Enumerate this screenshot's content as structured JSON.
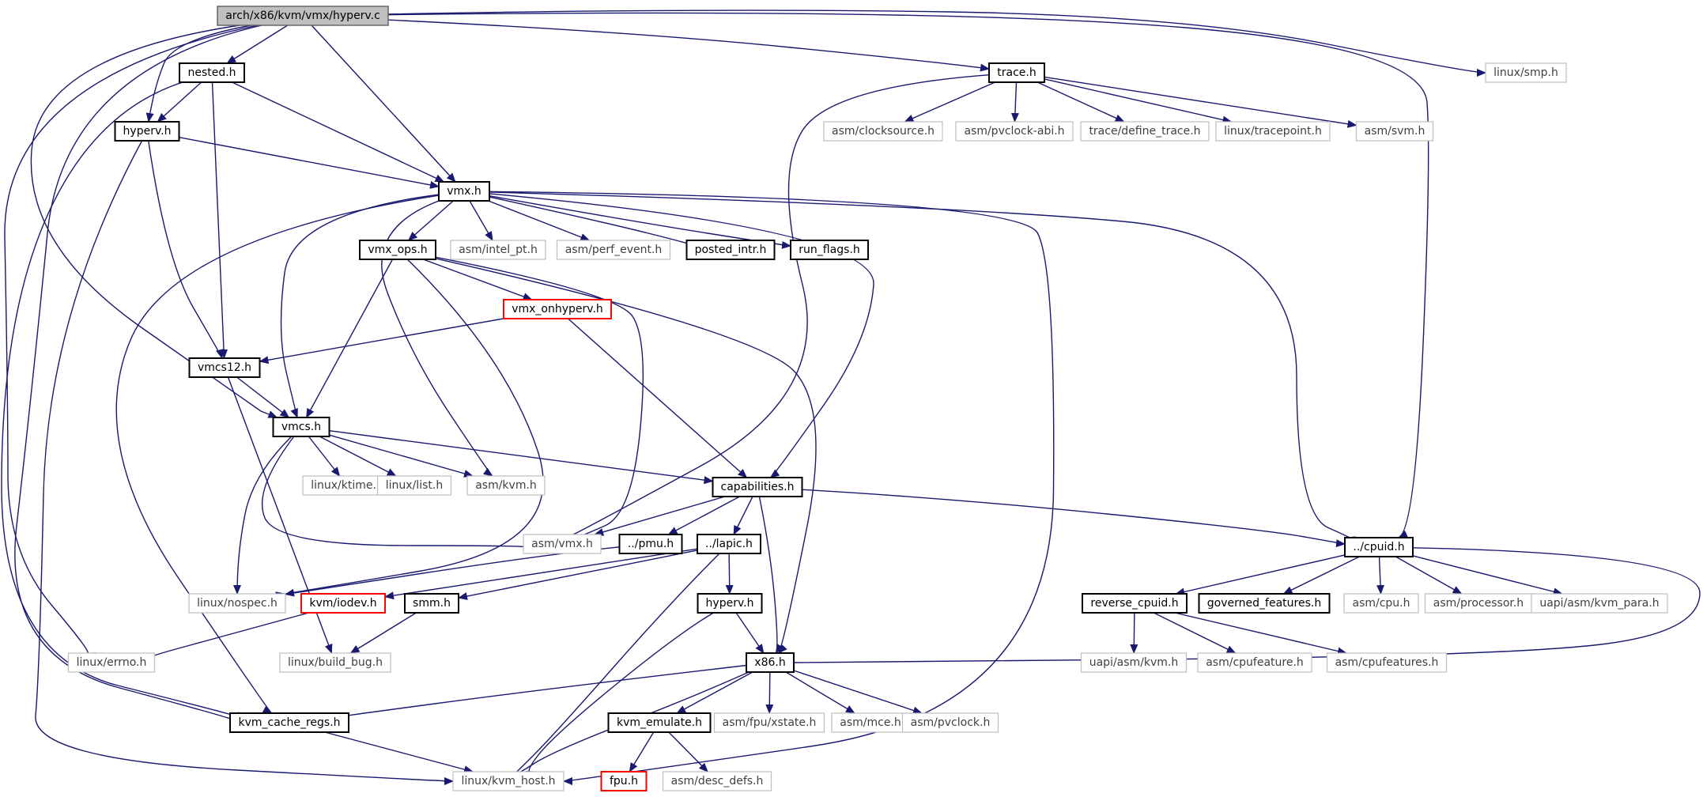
{
  "colors": {
    "edge": "#191970",
    "root_fill": "#bfbfbf",
    "documented_border": "#000000",
    "undocumented_border": "#bfbfbf",
    "undocumented_text": "#404040",
    "truncated_border": "#ff0000"
  },
  "nodes": [
    {
      "id": "hyperv_c",
      "label": "arch/x86/kvm/vmx/hyperv.c",
      "style": "root"
    },
    {
      "id": "nested_h",
      "label": "nested.h",
      "style": "doc"
    },
    {
      "id": "trace_h",
      "label": "trace.h",
      "style": "doc"
    },
    {
      "id": "linux_smp_h",
      "label": "linux/smp.h",
      "style": "ext"
    },
    {
      "id": "hyperv_h",
      "label": "hyperv.h",
      "style": "doc"
    },
    {
      "id": "asm_clocksource_h",
      "label": "asm/clocksource.h",
      "style": "ext"
    },
    {
      "id": "asm_pvclock_abi_h",
      "label": "asm/pvclock-abi.h",
      "style": "ext"
    },
    {
      "id": "trace_define_trace_h",
      "label": "trace/define_trace.h",
      "style": "ext"
    },
    {
      "id": "linux_tracepoint_h",
      "label": "linux/tracepoint.h",
      "style": "ext"
    },
    {
      "id": "asm_svm_h",
      "label": "asm/svm.h",
      "style": "ext"
    },
    {
      "id": "vmx_h",
      "label": "vmx.h",
      "style": "doc"
    },
    {
      "id": "vmx_ops_h",
      "label": "vmx_ops.h",
      "style": "doc"
    },
    {
      "id": "asm_intel_pt_h",
      "label": "asm/intel_pt.h",
      "style": "ext"
    },
    {
      "id": "asm_perf_event_h",
      "label": "asm/perf_event.h",
      "style": "ext"
    },
    {
      "id": "posted_intr_h",
      "label": "posted_intr.h",
      "style": "doc"
    },
    {
      "id": "run_flags_h",
      "label": "run_flags.h",
      "style": "doc"
    },
    {
      "id": "vmx_onhyperv_h",
      "label": "vmx_onhyperv.h",
      "style": "red"
    },
    {
      "id": "vmcs12_h",
      "label": "vmcs12.h",
      "style": "doc"
    },
    {
      "id": "vmcs_h",
      "label": "vmcs.h",
      "style": "doc"
    },
    {
      "id": "linux_ktime_h",
      "label": "linux/ktime.h",
      "style": "ext"
    },
    {
      "id": "linux_list_h",
      "label": "linux/list.h",
      "style": "ext"
    },
    {
      "id": "asm_kvm_h",
      "label": "asm/kvm.h",
      "style": "ext"
    },
    {
      "id": "capabilities_h",
      "label": "capabilities.h",
      "style": "doc"
    },
    {
      "id": "asm_vmx_h",
      "label": "asm/vmx.h",
      "style": "ext"
    },
    {
      "id": "pmu_h",
      "label": "../pmu.h",
      "style": "doc"
    },
    {
      "id": "lapic_h",
      "label": "../lapic.h",
      "style": "doc"
    },
    {
      "id": "cpuid_h",
      "label": "../cpuid.h",
      "style": "doc"
    },
    {
      "id": "linux_nospec_h",
      "label": "linux/nospec.h",
      "style": "ext"
    },
    {
      "id": "kvm_iodev_h",
      "label": "kvm/iodev.h",
      "style": "red"
    },
    {
      "id": "smm_h",
      "label": "smm.h",
      "style": "doc"
    },
    {
      "id": "hyperv_h2",
      "label": "hyperv.h",
      "style": "doc"
    },
    {
      "id": "reverse_cpuid_h",
      "label": "reverse_cpuid.h",
      "style": "doc"
    },
    {
      "id": "governed_features_h",
      "label": "governed_features.h",
      "style": "doc"
    },
    {
      "id": "asm_cpu_h",
      "label": "asm/cpu.h",
      "style": "ext"
    },
    {
      "id": "asm_processor_h",
      "label": "asm/processor.h",
      "style": "ext"
    },
    {
      "id": "uapi_asm_kvm_para_h",
      "label": "uapi/asm/kvm_para.h",
      "style": "ext"
    },
    {
      "id": "linux_errno_h",
      "label": "linux/errno.h",
      "style": "ext"
    },
    {
      "id": "linux_build_bug_h",
      "label": "linux/build_bug.h",
      "style": "ext"
    },
    {
      "id": "x86_h",
      "label": "x86.h",
      "style": "doc"
    },
    {
      "id": "uapi_asm_kvm_h",
      "label": "uapi/asm/kvm.h",
      "style": "ext"
    },
    {
      "id": "asm_cpufeature_h",
      "label": "asm/cpufeature.h",
      "style": "ext"
    },
    {
      "id": "asm_cpufeatures_h",
      "label": "asm/cpufeatures.h",
      "style": "ext"
    },
    {
      "id": "kvm_cache_regs_h",
      "label": "kvm_cache_regs.h",
      "style": "doc"
    },
    {
      "id": "kvm_emulate_h",
      "label": "kvm_emulate.h",
      "style": "doc"
    },
    {
      "id": "asm_fpu_xstate_h",
      "label": "asm/fpu/xstate.h",
      "style": "ext"
    },
    {
      "id": "asm_mce_h",
      "label": "asm/mce.h",
      "style": "ext"
    },
    {
      "id": "asm_pvclock_h",
      "label": "asm/pvclock.h",
      "style": "ext"
    },
    {
      "id": "linux_kvm_host_h",
      "label": "linux/kvm_host.h",
      "style": "ext"
    },
    {
      "id": "fpu_h",
      "label": "fpu.h",
      "style": "red"
    },
    {
      "id": "asm_desc_defs_h",
      "label": "asm/desc_defs.h",
      "style": "ext"
    }
  ],
  "edges": [
    [
      "hyperv_c",
      "nested_h"
    ],
    [
      "hyperv_c",
      "trace_h"
    ],
    [
      "hyperv_c",
      "linux_smp_h"
    ],
    [
      "hyperv_c",
      "hyperv_h"
    ],
    [
      "hyperv_c",
      "vmx_h"
    ],
    [
      "hyperv_c",
      "cpuid_h"
    ],
    [
      "hyperv_c",
      "vmcs_h"
    ],
    [
      "hyperv_c",
      "linux_errno_h"
    ],
    [
      "hyperv_c",
      "kvm_cache_regs_h"
    ],
    [
      "nested_h",
      "hyperv_h"
    ],
    [
      "nested_h",
      "vmx_h"
    ],
    [
      "nested_h",
      "vmcs12_h"
    ],
    [
      "nested_h",
      "kvm_cache_regs_h"
    ],
    [
      "hyperv_h",
      "vmx_h"
    ],
    [
      "hyperv_h",
      "vmcs12_h"
    ],
    [
      "hyperv_h",
      "linux_kvm_host_h"
    ],
    [
      "trace_h",
      "asm_clocksource_h"
    ],
    [
      "trace_h",
      "asm_pvclock_abi_h"
    ],
    [
      "trace_h",
      "trace_define_trace_h"
    ],
    [
      "trace_h",
      "linux_tracepoint_h"
    ],
    [
      "trace_h",
      "asm_svm_h"
    ],
    [
      "trace_h",
      "asm_vmx_h"
    ],
    [
      "vmx_h",
      "vmx_ops_h"
    ],
    [
      "vmx_h",
      "asm_intel_pt_h"
    ],
    [
      "vmx_h",
      "asm_perf_event_h"
    ],
    [
      "vmx_h",
      "posted_intr_h"
    ],
    [
      "vmx_h",
      "run_flags_h"
    ],
    [
      "vmx_h",
      "capabilities_h"
    ],
    [
      "vmx_h",
      "vmcs_h"
    ],
    [
      "vmx_h",
      "asm_kvm_h"
    ],
    [
      "vmx_h",
      "cpuid_h"
    ],
    [
      "vmx_h",
      "kvm_cache_regs_h"
    ],
    [
      "vmx_h",
      "linux_kvm_host_h"
    ],
    [
      "vmx_ops_h",
      "vmx_onhyperv_h"
    ],
    [
      "vmx_ops_h",
      "vmcs_h"
    ],
    [
      "vmx_ops_h",
      "asm_vmx_h"
    ],
    [
      "vmx_ops_h",
      "linux_nospec_h"
    ],
    [
      "vmx_ops_h",
      "x86_h"
    ],
    [
      "vmx_onhyperv_h",
      "vmcs12_h"
    ],
    [
      "vmx_onhyperv_h",
      "capabilities_h"
    ],
    [
      "vmcs12_h",
      "vmcs_h"
    ],
    [
      "vmcs12_h",
      "linux_build_bug_h"
    ],
    [
      "vmcs_h",
      "linux_ktime_h"
    ],
    [
      "vmcs_h",
      "linux_list_h"
    ],
    [
      "vmcs_h",
      "asm_kvm_h"
    ],
    [
      "vmcs_h",
      "capabilities_h"
    ],
    [
      "vmcs_h",
      "asm_vmx_h"
    ],
    [
      "vmcs_h",
      "linux_nospec_h"
    ],
    [
      "capabilities_h",
      "asm_vmx_h"
    ],
    [
      "capabilities_h",
      "pmu_h"
    ],
    [
      "capabilities_h",
      "lapic_h"
    ],
    [
      "capabilities_h",
      "cpuid_h"
    ],
    [
      "capabilities_h",
      "x86_h"
    ],
    [
      "pmu_h",
      "linux_nospec_h"
    ],
    [
      "lapic_h",
      "kvm_iodev_h"
    ],
    [
      "lapic_h",
      "smm_h"
    ],
    [
      "lapic_h",
      "hyperv_h2"
    ],
    [
      "lapic_h",
      "linux_kvm_host_h"
    ],
    [
      "kvm_iodev_h",
      "linux_errno_h"
    ],
    [
      "smm_h",
      "linux_build_bug_h"
    ],
    [
      "hyperv_h2",
      "x86_h"
    ],
    [
      "hyperv_h2",
      "linux_kvm_host_h"
    ],
    [
      "cpuid_h",
      "reverse_cpuid_h"
    ],
    [
      "cpuid_h",
      "governed_features_h"
    ],
    [
      "cpuid_h",
      "asm_cpu_h"
    ],
    [
      "cpuid_h",
      "asm_processor_h"
    ],
    [
      "cpuid_h",
      "uapi_asm_kvm_para_h"
    ],
    [
      "cpuid_h",
      "x86_h"
    ],
    [
      "reverse_cpuid_h",
      "uapi_asm_kvm_h"
    ],
    [
      "reverse_cpuid_h",
      "asm_cpufeature_h"
    ],
    [
      "reverse_cpuid_h",
      "asm_cpufeatures_h"
    ],
    [
      "x86_h",
      "kvm_cache_regs_h"
    ],
    [
      "x86_h",
      "kvm_emulate_h"
    ],
    [
      "x86_h",
      "asm_fpu_xstate_h"
    ],
    [
      "x86_h",
      "asm_mce_h"
    ],
    [
      "x86_h",
      "asm_pvclock_h"
    ],
    [
      "x86_h",
      "linux_kvm_host_h"
    ],
    [
      "kvm_cache_regs_h",
      "linux_kvm_host_h"
    ],
    [
      "kvm_emulate_h",
      "fpu_h"
    ],
    [
      "kvm_emulate_h",
      "asm_desc_defs_h"
    ]
  ]
}
